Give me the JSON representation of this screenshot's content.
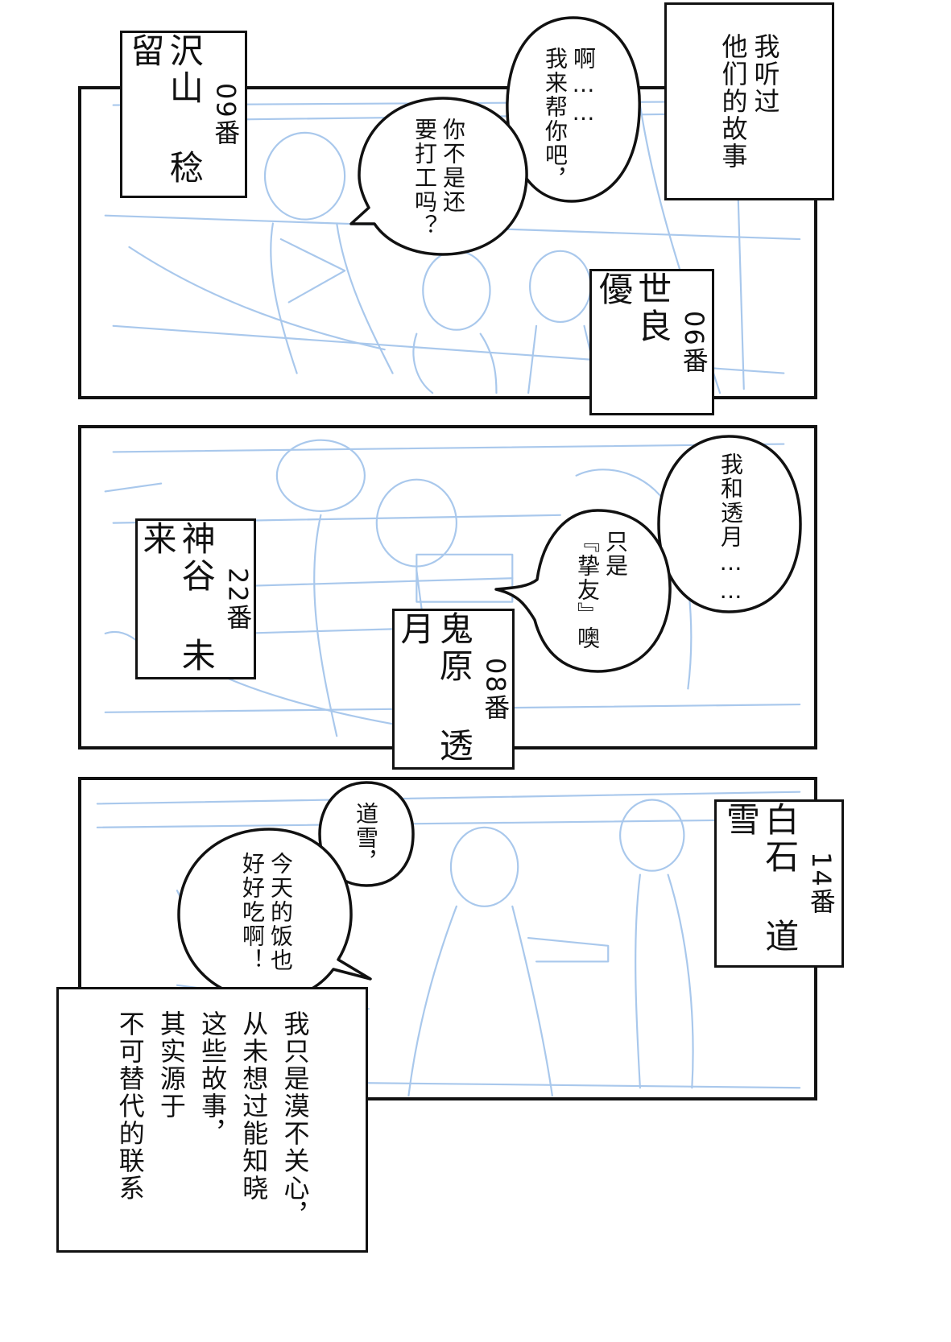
{
  "panel1": {
    "narration": "我听过\n他们的故事",
    "label_sawayama": {
      "number": "09番",
      "name": "沢山 稔留"
    },
    "label_sera": {
      "number": "06番",
      "name": "世良 優"
    },
    "bubble_ah": "啊……\n我来帮你吧，",
    "bubble_work": "你不是还\n要打工吗？"
  },
  "panel2": {
    "label_kamiya": {
      "number": "22番",
      "name": "神谷 未来"
    },
    "label_kihara": {
      "number": "08番",
      "name": "鬼原 透月"
    },
    "bubble_me": "我和透月……",
    "bubble_friend": "只是\n『挚友』噢"
  },
  "panel3": {
    "label_shiraishi": {
      "number": "14番",
      "name": "白石 道雪"
    },
    "bubble_dosetsu": "道雪，",
    "bubble_food": "今天的饭也\n好好吃啊！",
    "narration": "我只是漠不关心，\n从未想过能知晓\n这些故事，\n其实源于\n不可替代的联系"
  }
}
